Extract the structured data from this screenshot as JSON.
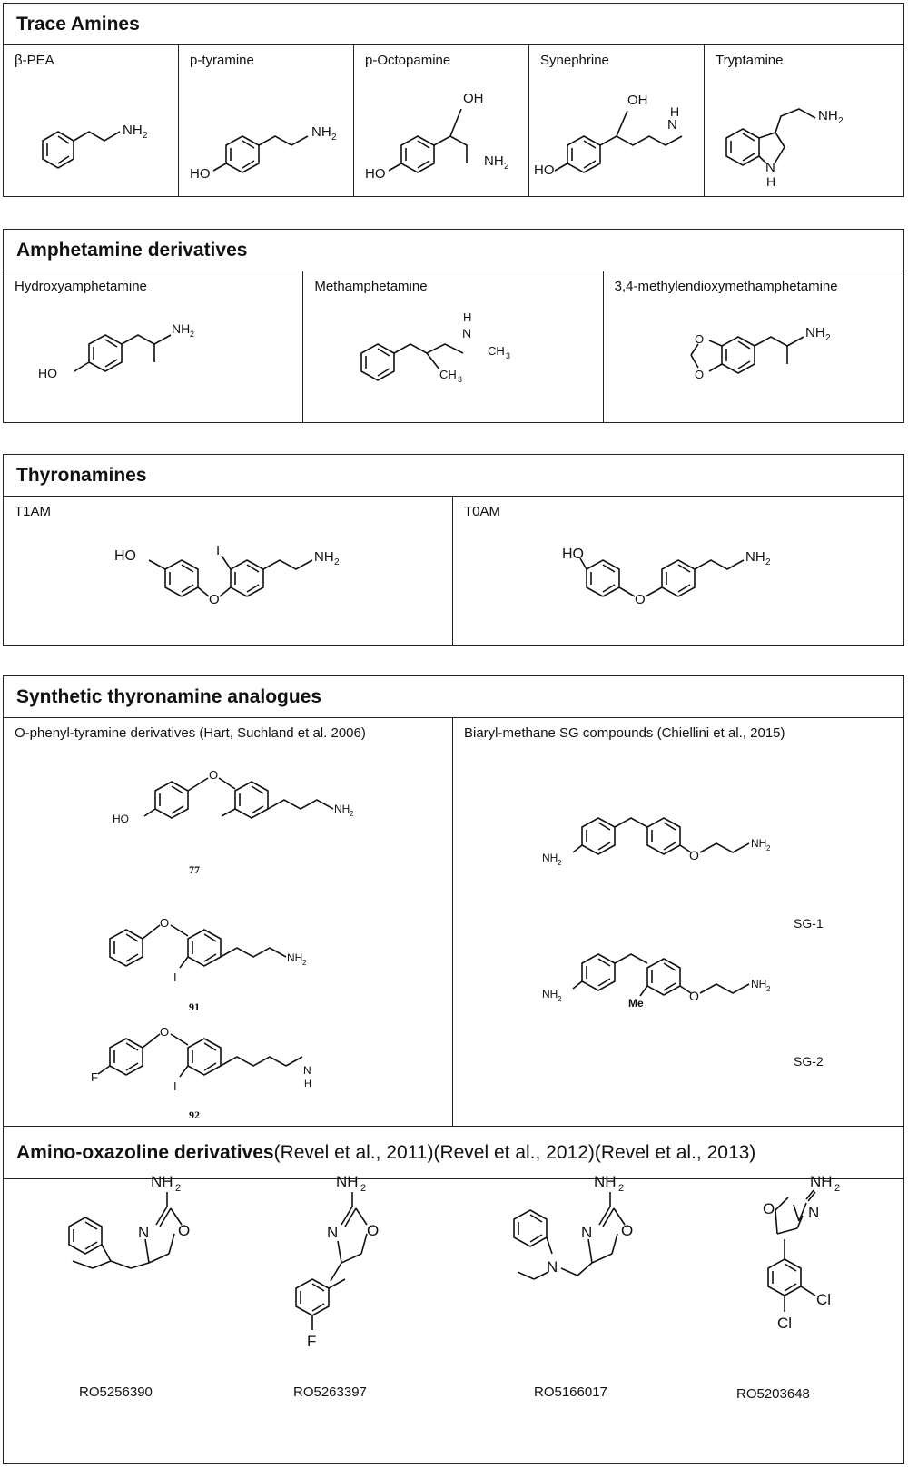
{
  "trace": {
    "title": "Trace Amines",
    "cells": [
      {
        "label": "β-PEA",
        "nh2": "NH",
        "nh2sub": "2"
      },
      {
        "label": "p-tyramine",
        "nh2": "NH",
        "nh2sub": "2",
        "ho": "HO"
      },
      {
        "label": "p-Octopamine",
        "oh": "OH",
        "nh2": "NH",
        "nh2sub": "2",
        "ho": "HO"
      },
      {
        "label": "Synephrine",
        "oh": "OH",
        "nh": "H",
        "n": "N",
        "ho": "HO"
      },
      {
        "label": "Tryptamine",
        "nh2": "NH",
        "nh2sub": "2",
        "n": "N",
        "h": "H"
      }
    ]
  },
  "amph": {
    "title": "Amphetamine derivatives",
    "cells": [
      {
        "label": "Hydroxyamphetamine",
        "nh2": "NH",
        "nh2sub": "2",
        "ho": "HO"
      },
      {
        "label": "Methamphetamine",
        "h": "H",
        "n": "N",
        "ch3": "CH",
        "ch3sub": "3",
        "ch3b": "CH",
        "ch3bsub": "3"
      },
      {
        "label": "3,4-methylendioxymethamphetamine",
        "nh2": "NH",
        "nh2sub": "2",
        "o1": "O",
        "o2": "O"
      }
    ]
  },
  "thyro": {
    "title": "Thyronamines",
    "cells": [
      {
        "label": "T1AM",
        "ho": "HO",
        "i": "I",
        "o": "O",
        "nh2": "NH",
        "nh2sub": "2"
      },
      {
        "label": "T0AM",
        "ho": "HO",
        "o": "O",
        "nh2": "NH",
        "nh2sub": "2"
      }
    ]
  },
  "synth": {
    "title": "Synthetic thyronamine analogues",
    "left_label": "O-phenyl-tyramine derivatives (Hart, Suchland et al. 2006)",
    "right_label": "Biaryl-methane SG  compounds (Chiellini et al., 2015)",
    "c77": {
      "num": "77",
      "ho": "HO",
      "o": "O",
      "nh2": "NH",
      "nh2sub": "2"
    },
    "c91": {
      "num": "91",
      "o": "O",
      "i": "I",
      "nh2": "NH",
      "nh2sub": "2"
    },
    "c92": {
      "num": "92",
      "o": "O",
      "i": "I",
      "f": "F",
      "n": "N",
      "h": "H"
    },
    "sg1": {
      "name": "SG-1",
      "nh2a": "NH",
      "nh2asub": "2",
      "o": "O",
      "nh2b": "NH",
      "nh2bsub": "2"
    },
    "sg2": {
      "name": "SG-2",
      "nh2a": "NH",
      "nh2asub": "2",
      "me": "Me",
      "o": "O",
      "nh2b": "NH",
      "nh2bsub": "2"
    }
  },
  "oxaz": {
    "title": "Amino-oxazoline derivatives",
    "citation": " (Revel et al., 2011)(Revel et al., 2012)(Revel et al., 2013)",
    "compounds": [
      {
        "code": "RO5256390",
        "nh2": "NH",
        "nh2sub": "2",
        "n": "N",
        "o": "O"
      },
      {
        "code": "RO5263397",
        "nh2": "NH",
        "nh2sub": "2",
        "n": "N",
        "o": "O",
        "f": "F"
      },
      {
        "code": "RO5166017",
        "nh2": "NH",
        "nh2sub": "2",
        "n": "N",
        "o": "O",
        "n2": "N"
      },
      {
        "code": "RO5203648",
        "nh2": "NH",
        "nh2sub": "2",
        "n": "N",
        "o": "O",
        "cl1": "Cl",
        "cl2": "Cl"
      }
    ]
  }
}
